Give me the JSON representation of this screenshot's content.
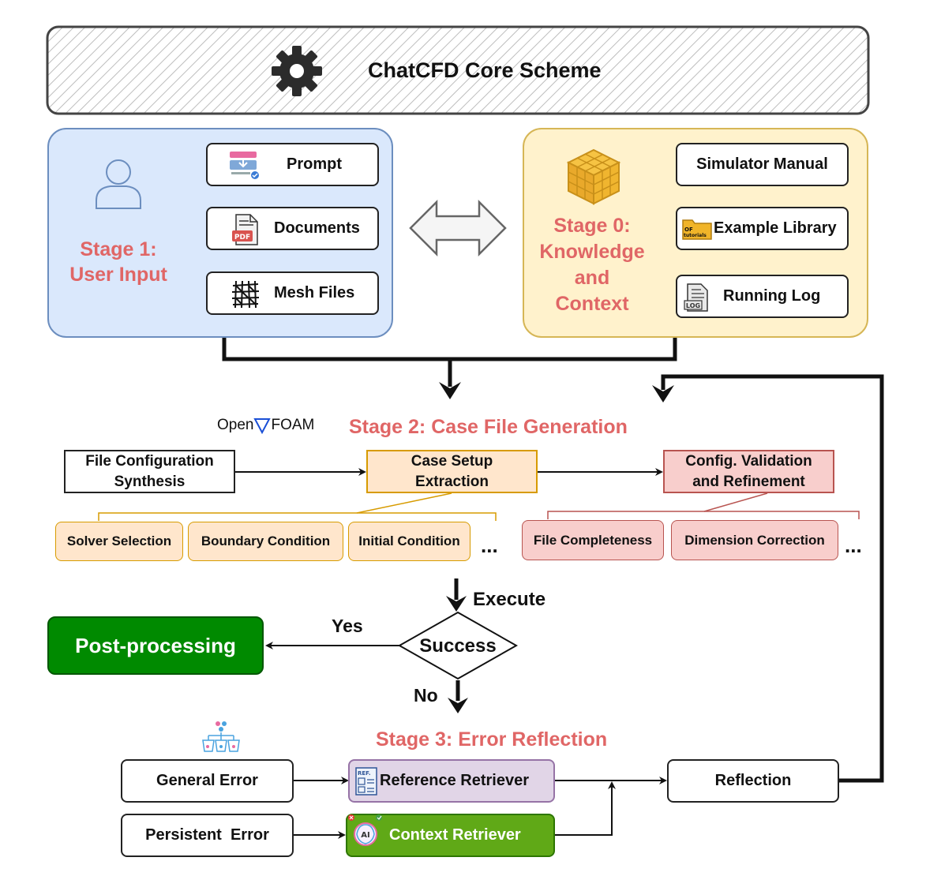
{
  "title": "ChatCFD Core Scheme",
  "stage1": {
    "title_line1": "Stage 1:",
    "title_line2": "User Input",
    "items": [
      "Prompt",
      "Documents",
      "Mesh Files"
    ],
    "pdf_tag": "PDF"
  },
  "stage0": {
    "title_lines": [
      "Stage 0:",
      "Knowledge",
      "and",
      "Context"
    ],
    "items": [
      "Simulator Manual",
      "Example Library",
      "Running Log"
    ],
    "of_tag_line1": "OF",
    "of_tag_line2": "tutorials",
    "log_tag": "LOG"
  },
  "stage2": {
    "title": "Stage 2: Case File Generation",
    "openfoam_left": "Open",
    "openfoam_right": "FOAM",
    "synthesis_line1": "File Configuration",
    "synthesis_line2": "Synthesis",
    "extraction_line1": "Case Setup",
    "extraction_line2": "Extraction",
    "validation_line1": "Config. Validation",
    "validation_line2": "and Refinement",
    "extraction_items": [
      "Solver Selection",
      "Boundary Condition",
      "Initial Condition"
    ],
    "validation_items": [
      "File Completeness",
      "Dimension Correction"
    ],
    "ellipsis": "..."
  },
  "flow": {
    "execute": "Execute",
    "decision": "Success",
    "yes": "Yes",
    "no": "No",
    "post": "Post-processing"
  },
  "stage3": {
    "title": "Stage 3: Error Reflection",
    "general_error": "General Error",
    "persistent_error": "Persistent  Error",
    "reference_retriever": "Reference Retriever",
    "context_retriever": "Context Retriever",
    "reflection": "Reflection",
    "ref_tag": "REF.",
    "ai_tag": "AI"
  },
  "colors": {
    "stage_title_red": "#e06666",
    "stage1_bg": "#dae8fc",
    "stage1_border": "#6c8ebf",
    "stage0_bg": "#fff2cc",
    "stage0_border": "#d6b656",
    "stage2_bg": "#f5f5f5",
    "orange_fill": "#ffe6cc",
    "orange_border": "#d79b00",
    "red_fill": "#f8cecc",
    "red_border": "#b85450",
    "stage3_bg": "#d5e8d4",
    "stage3_border": "#82b366",
    "purple_fill": "#e1d5e7",
    "purple_border": "#9673a6",
    "green_dark": "#008a00",
    "green_mid": "#60a917"
  },
  "icons": [
    "gear-icon",
    "user-icon",
    "prompt-icon",
    "pdf-icon",
    "mesh-icon",
    "cube-icon",
    "folder-icon",
    "log-icon",
    "double-arrow-icon",
    "openfoam-nabla-icon",
    "hierarchy-icon",
    "reference-icon",
    "ai-brain-icon"
  ]
}
